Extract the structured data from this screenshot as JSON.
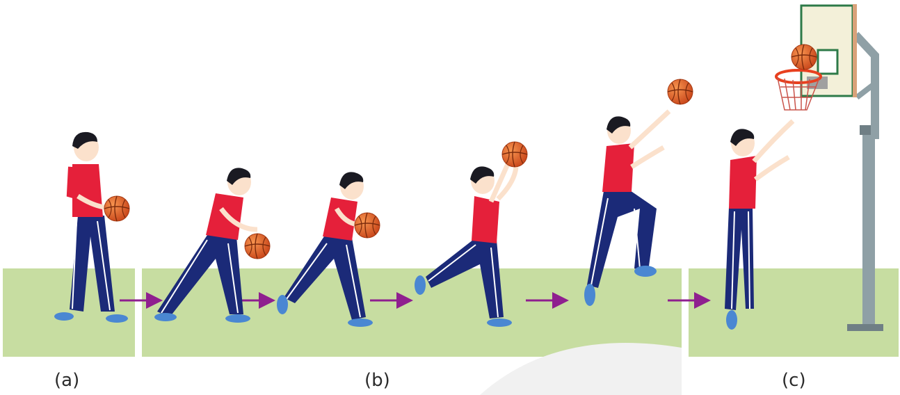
{
  "labels": {
    "a": "(a)",
    "b": "(b)",
    "c": "(c)"
  },
  "colors": {
    "court": "#c7dda1",
    "jersey": "#e5203a",
    "pants": "#1b2a78",
    "stripe": "#ffffff",
    "hair": "#1a1a22",
    "skin": "#fbe1cc",
    "shoe": "#4a87d2",
    "ball": "#e2652d",
    "arrow": "#8f1f8f",
    "pole": "#8fa0a6",
    "backboard_frame": "#2d7a48",
    "backboard": "#f3f0d9",
    "rim": "#e8401f",
    "net": "#c9534a"
  }
}
